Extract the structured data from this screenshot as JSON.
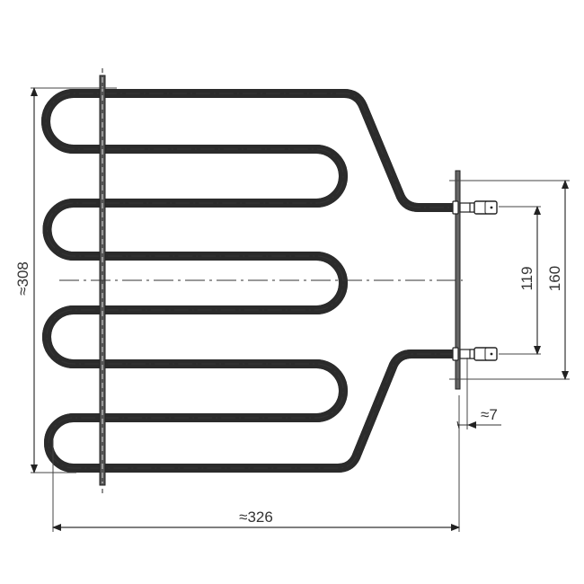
{
  "diagram": {
    "subject": "oven-heating-element-technical-drawing",
    "colors": {
      "line": "#2b2b2b",
      "dim_line": "#444444",
      "background": "#ffffff"
    },
    "dimensions": {
      "height_label": "≈308",
      "width_label": "≈326",
      "terminal_spacing_label": "119",
      "plate_height_label": "160",
      "plate_offset_label": "≈7"
    }
  }
}
